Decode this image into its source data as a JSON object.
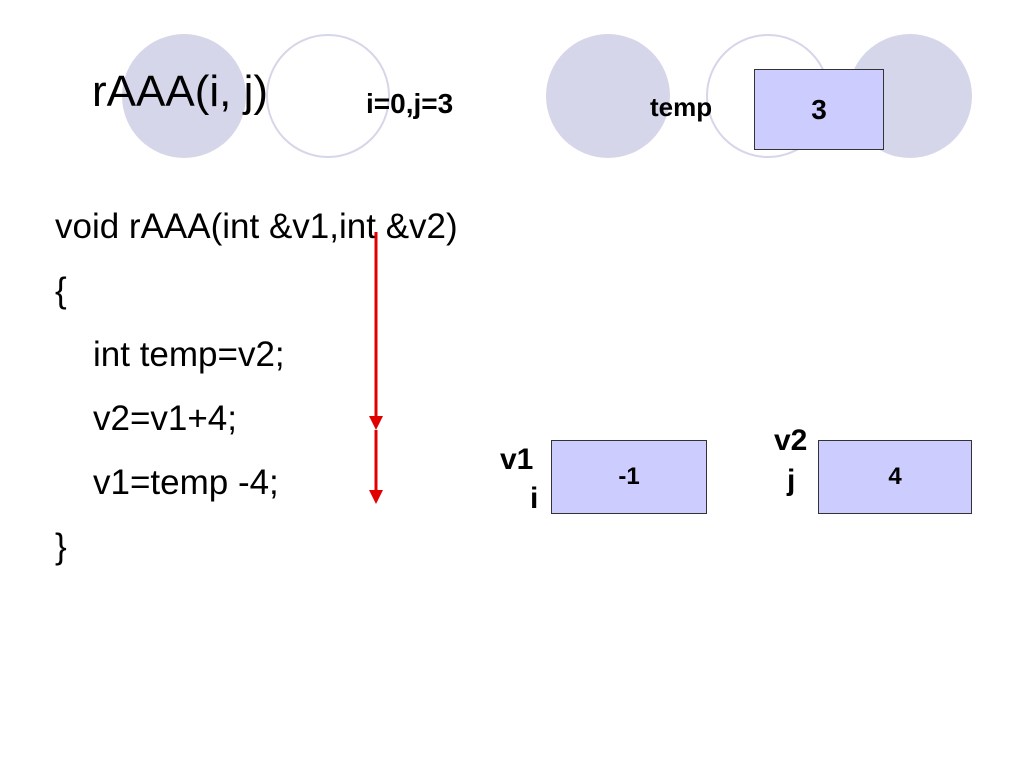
{
  "slide": {
    "title": "rAAA(i, j)",
    "call_state": "i=0,j=3"
  },
  "temp_var": {
    "label": "temp",
    "value": "3"
  },
  "code": {
    "lines": [
      "void rAAA(int &v1,int &v2)",
      "{",
      "int temp=v2;",
      "v2=v1+4;",
      "v1=temp -4;",
      "}"
    ]
  },
  "v1_var": {
    "param": "v1",
    "arg": "i",
    "value": "-1"
  },
  "v2_var": {
    "param": "v2",
    "arg": "j",
    "value": "4"
  },
  "colors": {
    "circle": "#d6d6ea",
    "box_fill": "#ccccff",
    "arrow": "#e00000"
  }
}
